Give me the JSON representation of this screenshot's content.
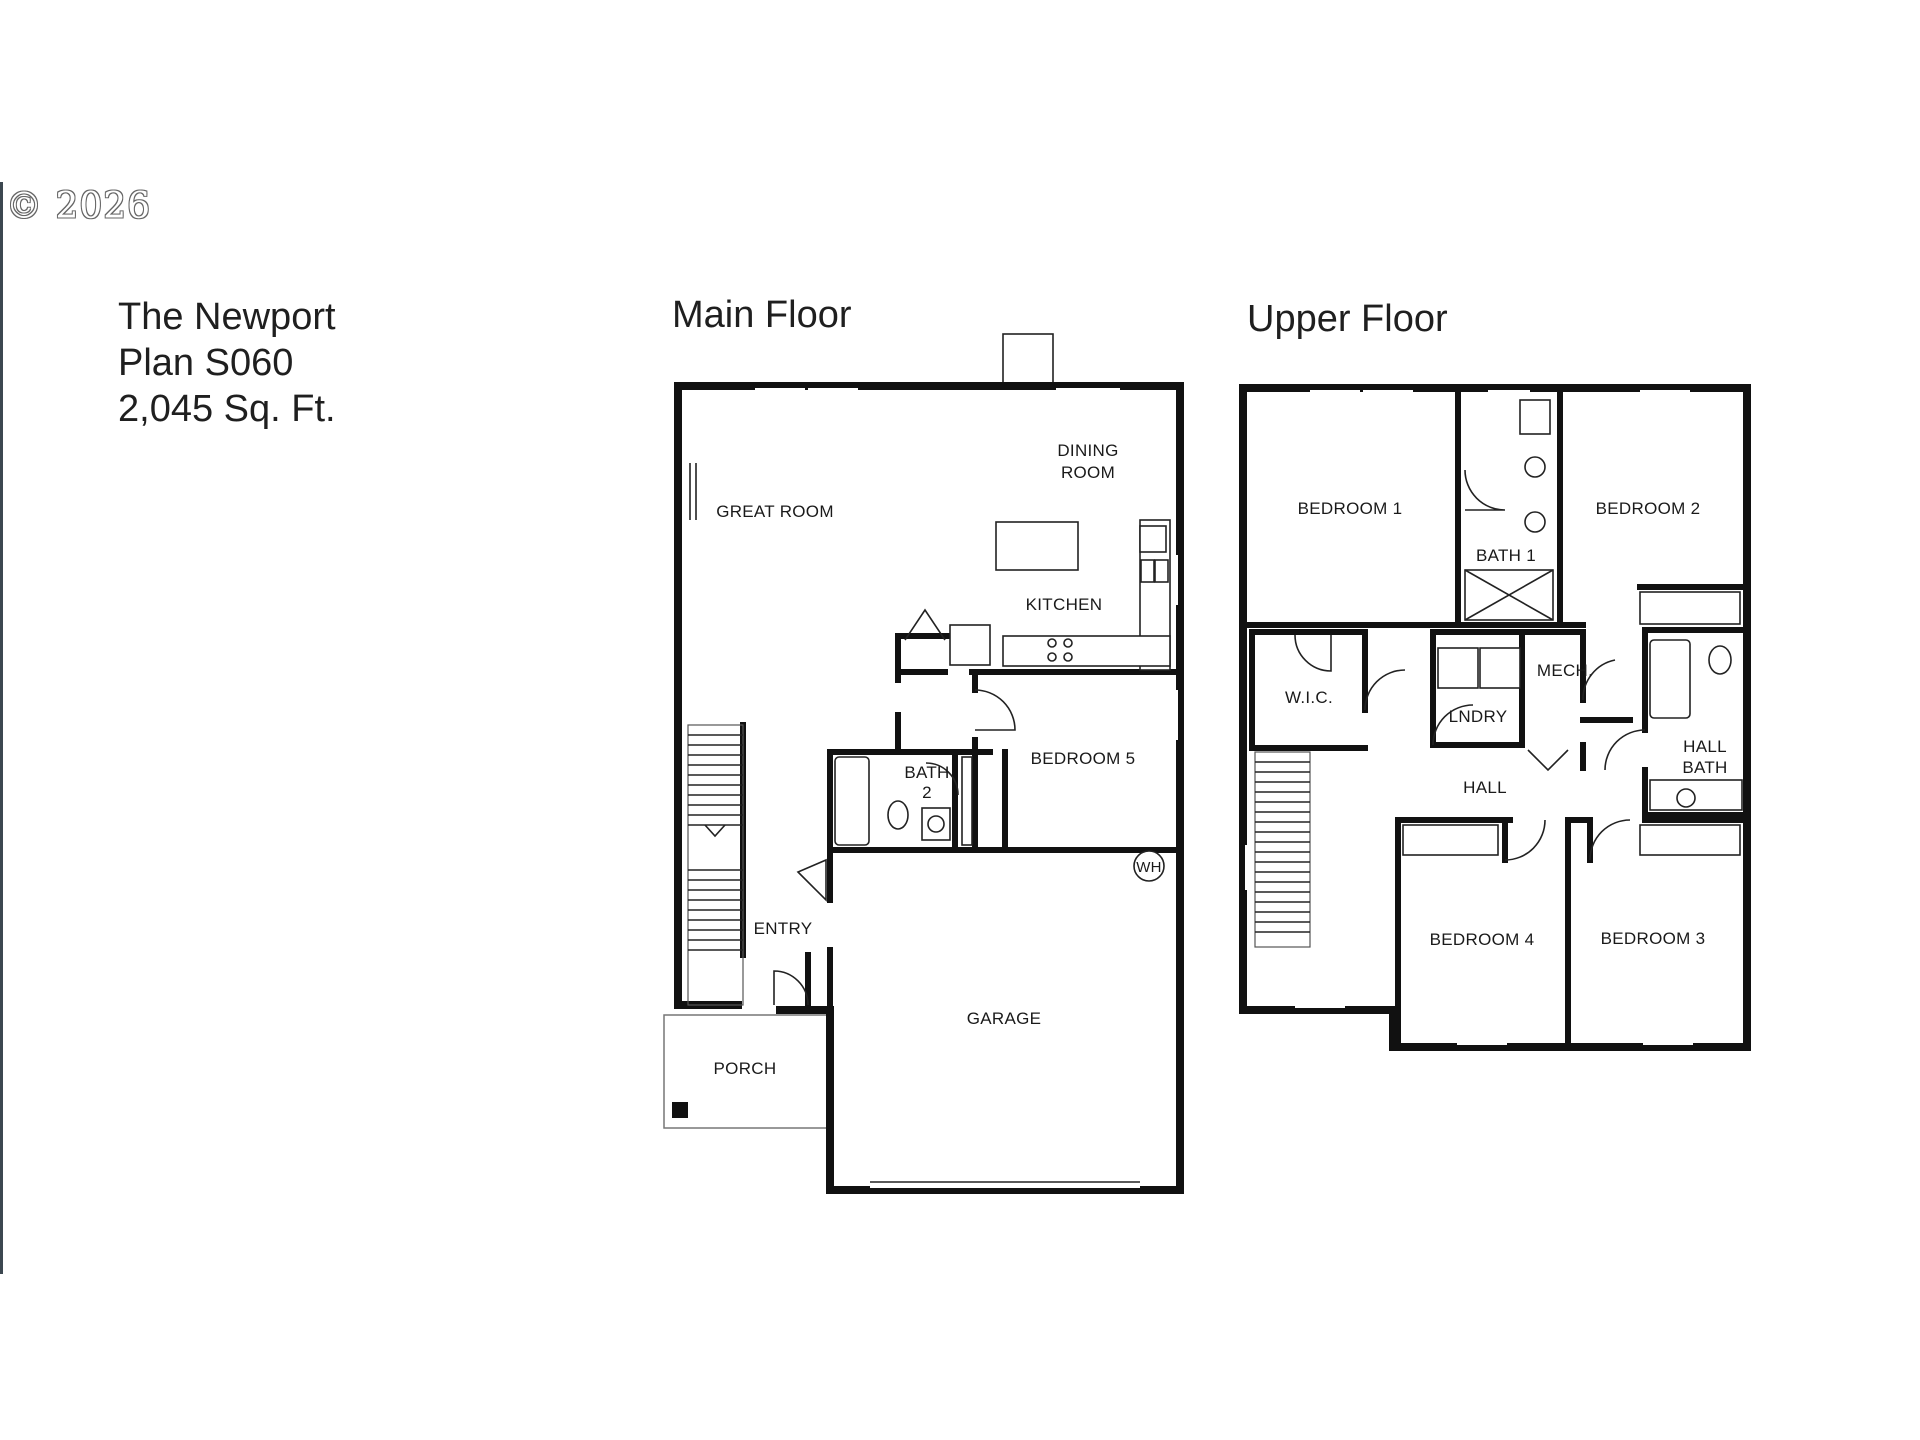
{
  "watermark": "© 2026",
  "plan": {
    "name": "The Newport",
    "code": "Plan S060",
    "area": "2,045 Sq. Ft."
  },
  "main_floor": {
    "title": "Main Floor",
    "rooms": {
      "dining_line1": "DINING",
      "dining_line2": "ROOM",
      "great_room": "GREAT ROOM",
      "kitchen": "KITCHEN",
      "bedroom5": "BEDROOM 5",
      "bath2_line1": "BATH",
      "bath2_line2": "2",
      "entry": "ENTRY",
      "garage": "GARAGE",
      "porch": "PORCH",
      "wh": "WH"
    }
  },
  "upper_floor": {
    "title": "Upper Floor",
    "rooms": {
      "bedroom1": "BEDROOM 1",
      "bedroom2": "BEDROOM 2",
      "bath1": "BATH 1",
      "wic": "W.I.C.",
      "mech": "MECH.",
      "lndry": "LNDRY",
      "hall_bath_line1": "HALL",
      "hall_bath_line2": "BATH",
      "hall": "HALL",
      "bedroom4": "BEDROOM 4",
      "bedroom3": "BEDROOM 3"
    }
  }
}
